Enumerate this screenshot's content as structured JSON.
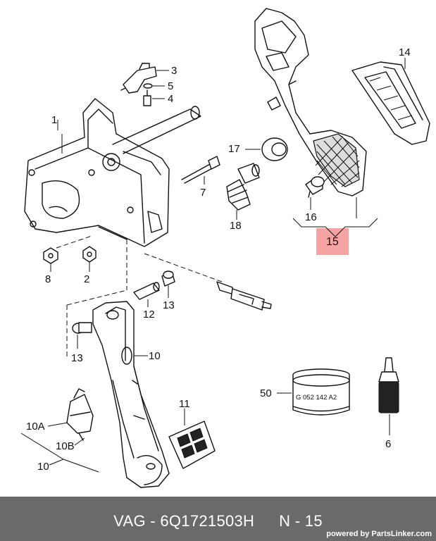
{
  "labels": {
    "l1": "1",
    "l2": "2",
    "l3": "3",
    "l4": "4",
    "l5": "5",
    "l6": "6",
    "l7": "7",
    "l8": "8",
    "l10": "10",
    "l10a": "10A",
    "l10b": "10B",
    "l10bottom": "10",
    "l11": "11",
    "l12": "12",
    "l13a": "13",
    "l13b": "13",
    "l14": "14",
    "l15": "15",
    "l16": "16",
    "l17": "17",
    "l18": "18",
    "l50": "50",
    "grease": "G 052 142 A2"
  },
  "highlight_color": "#f5a3a3",
  "footer": {
    "brand": "VAG",
    "separator1": "-",
    "part_number": "6Q1721503H",
    "position_label": "N",
    "separator2": "-",
    "position_number": "15",
    "powered_by": "powered by PartsLinker.com"
  }
}
